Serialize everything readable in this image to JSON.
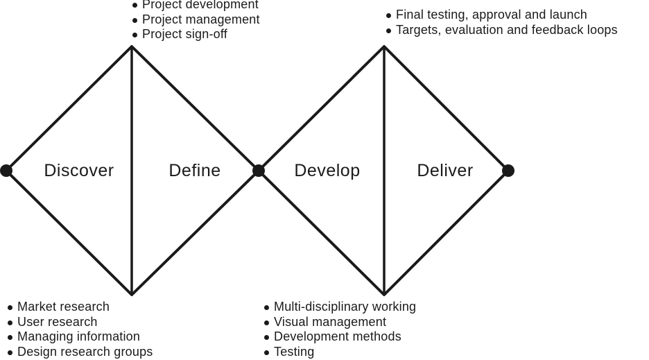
{
  "phases": [
    {
      "id": "discover",
      "label": "Discover"
    },
    {
      "id": "define",
      "label": "Define"
    },
    {
      "id": "develop",
      "label": "Develop"
    },
    {
      "id": "deliver",
      "label": "Deliver"
    }
  ],
  "lists": {
    "define": [
      "Project development",
      "Project management",
      "Project sign-off"
    ],
    "deliver": [
      "Final testing, approval and launch",
      "Targets, evaluation and feedback loops"
    ],
    "discover": [
      "Market research",
      "User research",
      "Managing information",
      "Design research groups"
    ],
    "develop": [
      "Multi-disciplinary working",
      "Visual management",
      "Development methods",
      "Testing"
    ]
  },
  "colors": {
    "stroke": "#1a1a1a",
    "text": "#1a1a1a",
    "background": "#ffffff"
  }
}
